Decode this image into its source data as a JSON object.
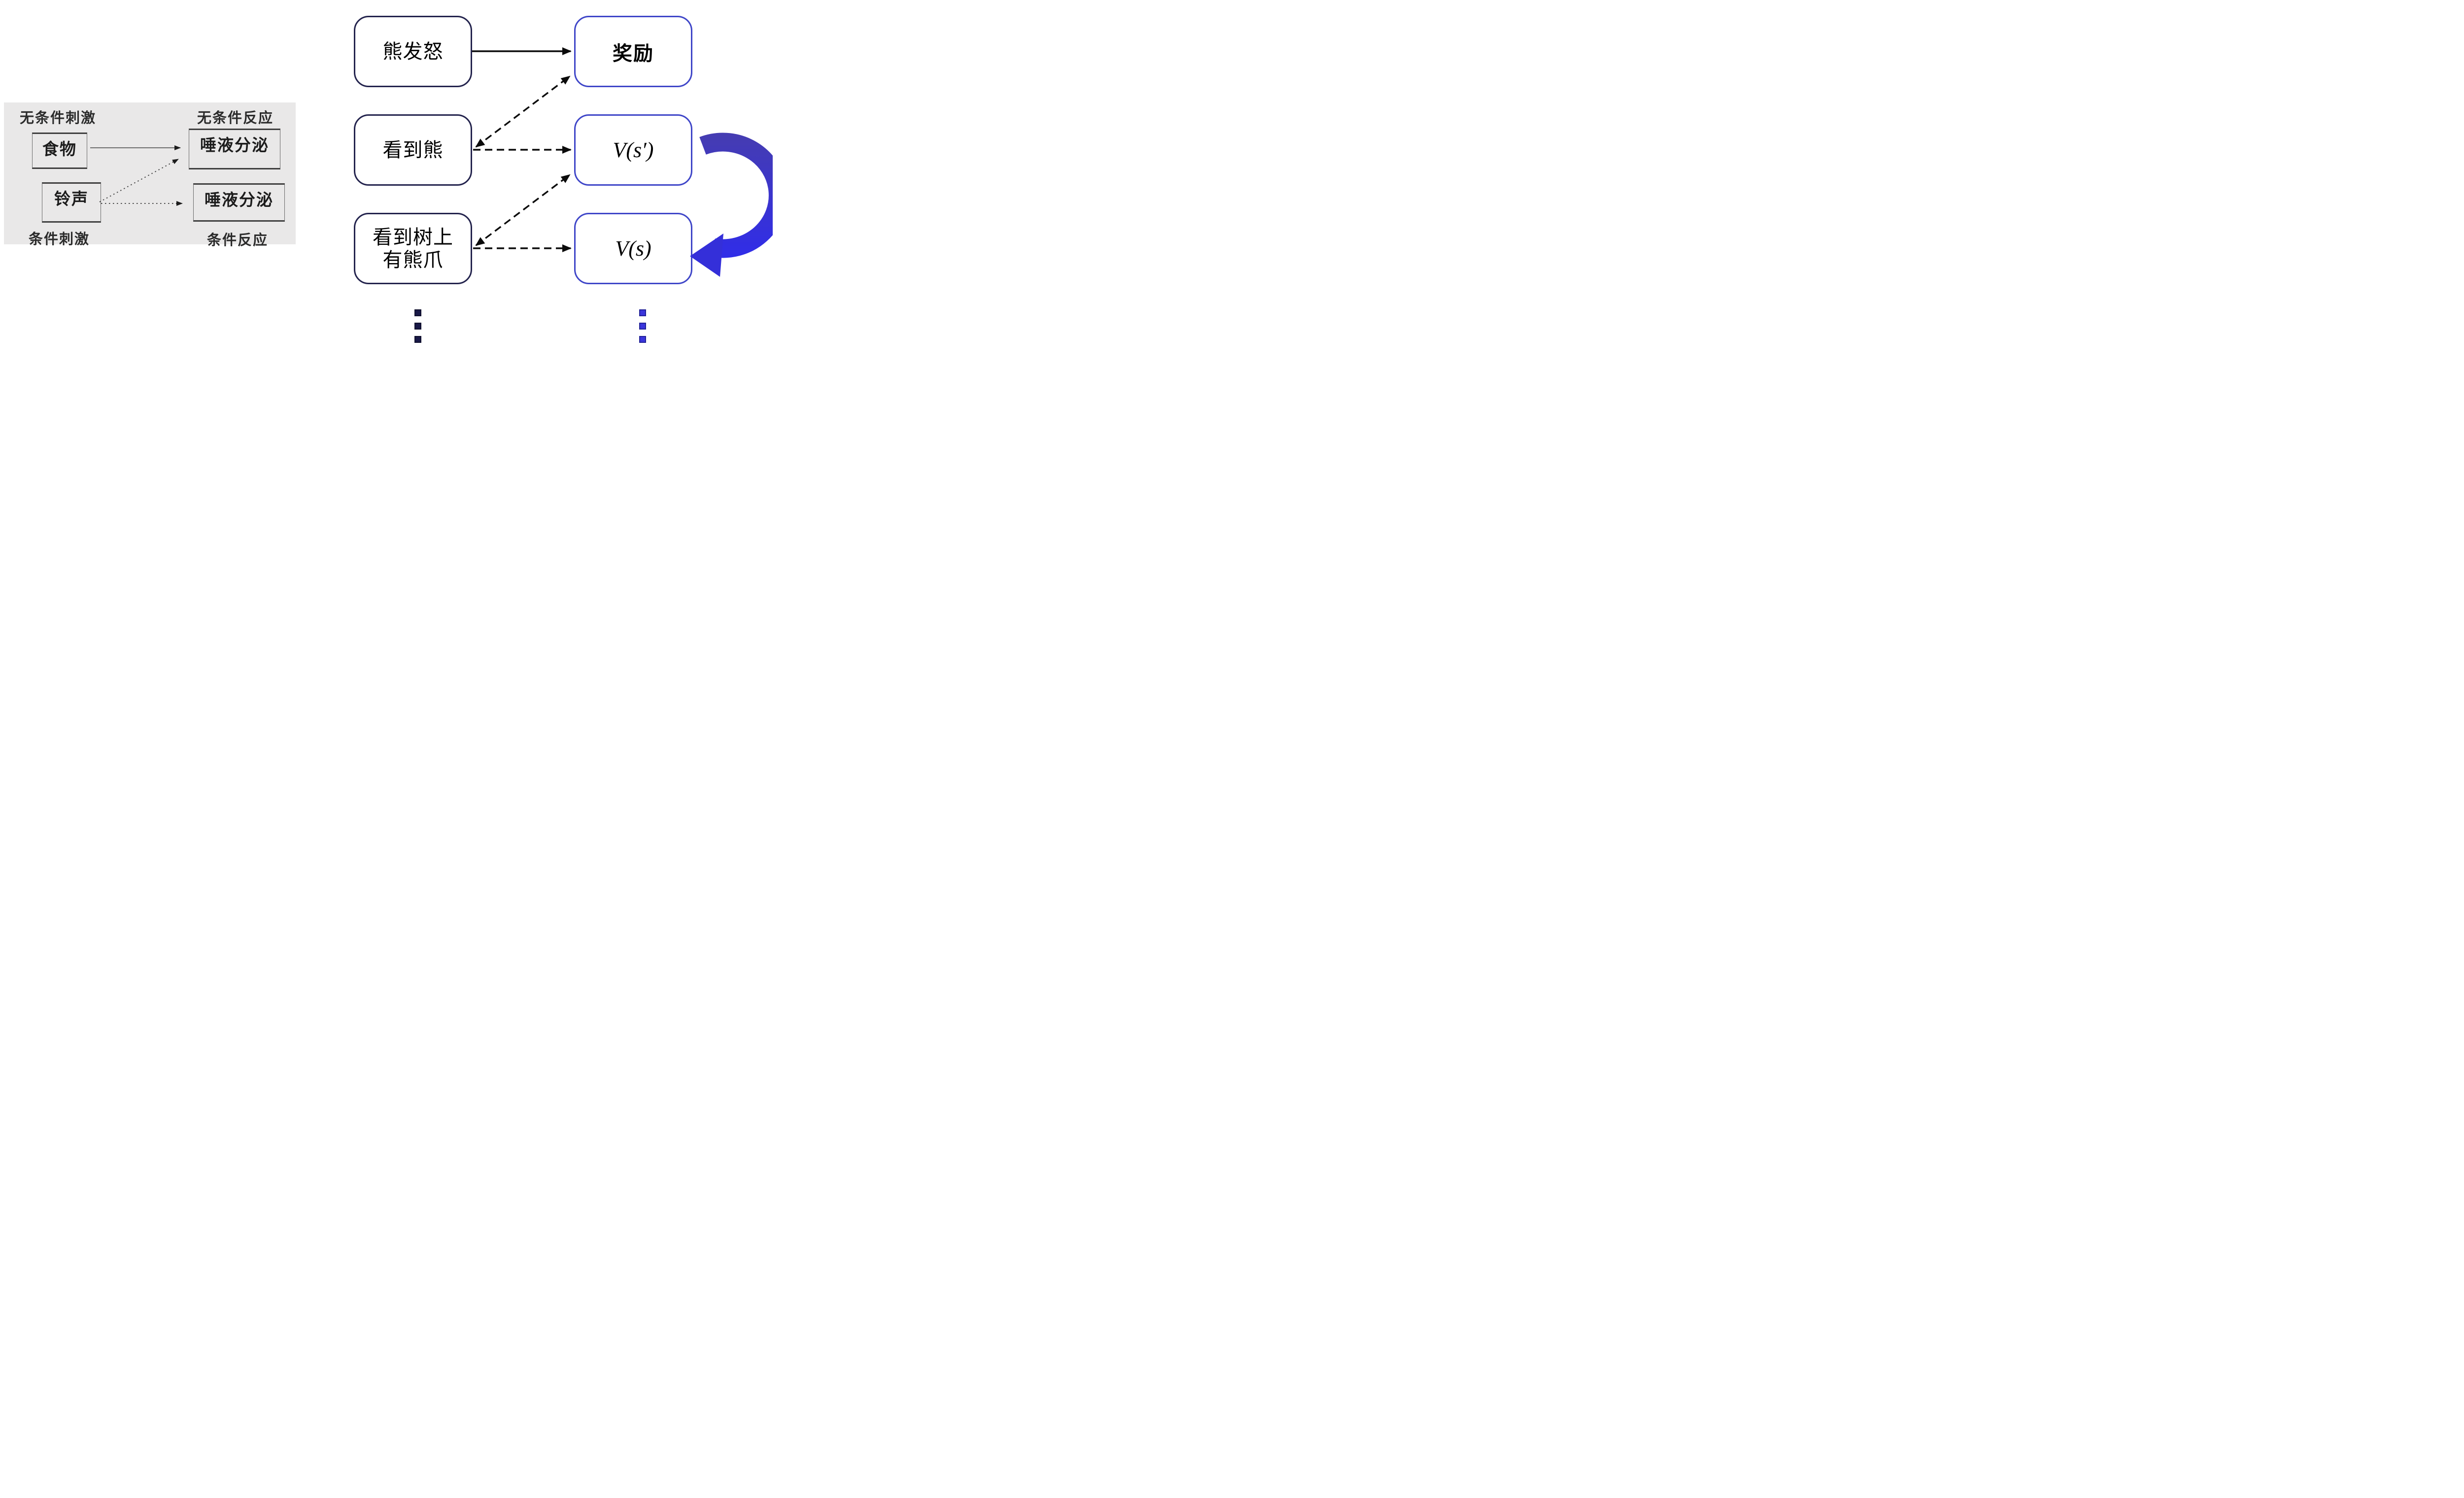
{
  "diagram": {
    "left_panel": {
      "label_unconditioned_stimulus": "无条件刺激",
      "label_unconditioned_response": "无条件反应",
      "label_conditioned_stimulus": "条件刺激",
      "label_conditioned_response": "条件反应",
      "box_food": "食物",
      "box_salivation_top": "唾液分泌",
      "box_bell": "铃声",
      "box_salivation_bottom": "唾液分泌"
    },
    "right_panel": {
      "stimulus_boxes": [
        {
          "label": "熊发怒"
        },
        {
          "label": "看到熊"
        },
        {
          "line1": "看到树上",
          "line2": "有熊爪"
        }
      ],
      "value_boxes": [
        {
          "label": "奖励"
        },
        {
          "label": "V(s′)"
        },
        {
          "label": "V(s)"
        }
      ]
    },
    "colors": {
      "panel_gray": "#e9e8e8",
      "stimulus_box_border": "#23234d",
      "value_box_border": "#3f46c8",
      "arrow_black": "#111111",
      "ribbon_top": "#453cb2",
      "ribbon_bottom": "#2f2ceb",
      "dots_left": "#191947",
      "dots_right": "#3a35dc"
    }
  }
}
